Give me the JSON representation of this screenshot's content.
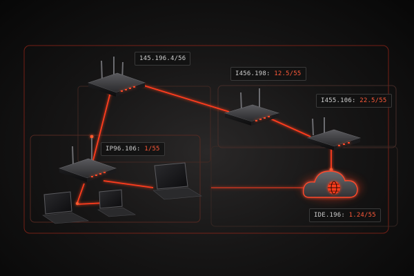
{
  "diagram": {
    "labels": {
      "router_top": {
        "text": "145.196.4/56",
        "highlight": ""
      },
      "router_mid": {
        "text": "I456.198:",
        "highlight": "12.5/55"
      },
      "router_right": {
        "text": "I455.106:",
        "highlight": "22.5/55"
      },
      "router_left": {
        "text": "IP96.106:",
        "highlight": "1/55"
      },
      "cloud": {
        "text": "IDE.196:",
        "highlight": "1.24/55"
      }
    },
    "colors": {
      "accent": "#ff3d1f",
      "frame": "#a8281a",
      "device_body": "#2b2b2d",
      "background": "#121212"
    },
    "icons": [
      "router-icon",
      "laptop-icon",
      "cloud-icon",
      "globe-icon"
    ]
  }
}
